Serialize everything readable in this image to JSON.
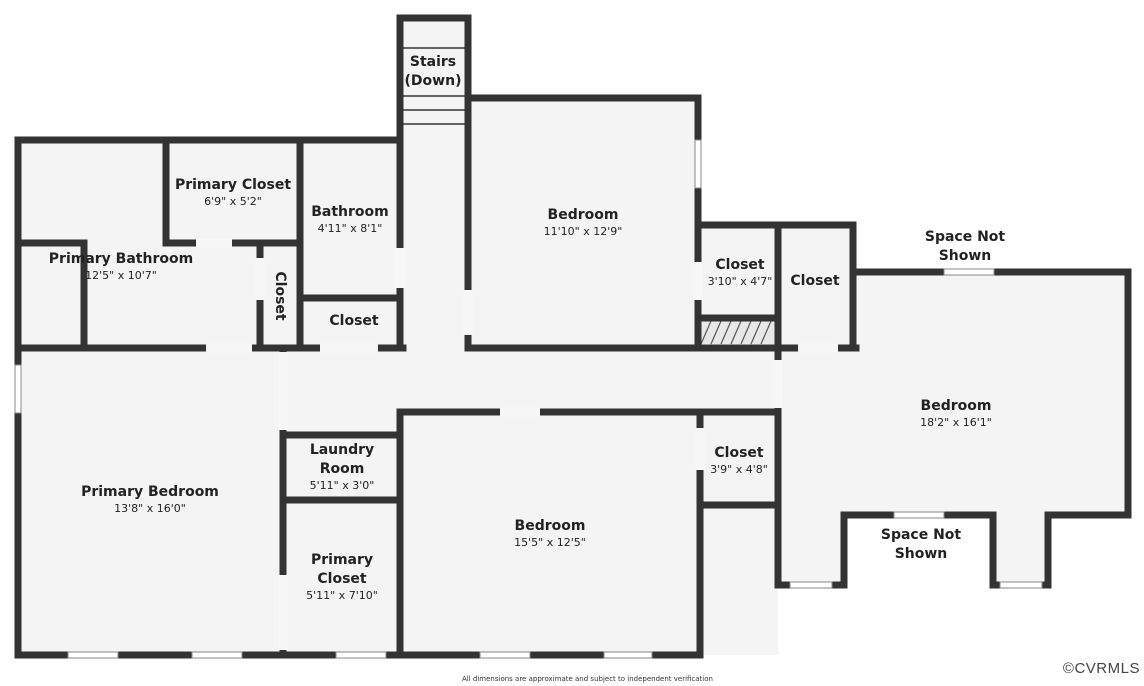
{
  "rooms": {
    "stairs": {
      "name_line1": "Stairs",
      "name_line2": "(Down)"
    },
    "primary_closet_a": {
      "name": "Primary Closet",
      "dims": "6'9\" x 5'2\""
    },
    "bathroom": {
      "name": "Bathroom",
      "dims": "4'11\" x 8'1\""
    },
    "bedroom_north": {
      "name": "Bedroom",
      "dims": "11'10\" x 12'9\""
    },
    "primary_bathroom": {
      "name": "Primary Bathroom",
      "dims": "12'5\" x 10'7\""
    },
    "closet_vertical": {
      "name": "Closet"
    },
    "closet_hall": {
      "name": "Closet"
    },
    "closet_b": {
      "name": "Closet",
      "dims": "3'10\" x 4'7\""
    },
    "closet_c": {
      "name": "Closet"
    },
    "space_not_shown_a": {
      "name_line1": "Space Not",
      "name_line2": "Shown"
    },
    "bedroom_east": {
      "name": "Bedroom",
      "dims": "18'2\" x 16'1\""
    },
    "primary_bedroom": {
      "name": "Primary Bedroom",
      "dims": "13'8\" x 16'0\""
    },
    "laundry": {
      "name_line1": "Laundry",
      "name_line2": "Room",
      "dims": "5'11\" x 3'0\""
    },
    "primary_closet_b": {
      "name_line1": "Primary",
      "name_line2": "Closet",
      "dims": "5'11\" x 7'10\""
    },
    "bedroom_south": {
      "name": "Bedroom",
      "dims": "15'5\" x 12'5\""
    },
    "closet_d": {
      "name": "Closet",
      "dims": "3'9\" x 4'8\""
    },
    "space_not_shown_b": {
      "name_line1": "Space Not",
      "name_line2": "Shown"
    }
  },
  "footer": {
    "disclaimer": "All dimensions are approximate and subject to independent verification",
    "copyright": "©CVRMLS"
  }
}
